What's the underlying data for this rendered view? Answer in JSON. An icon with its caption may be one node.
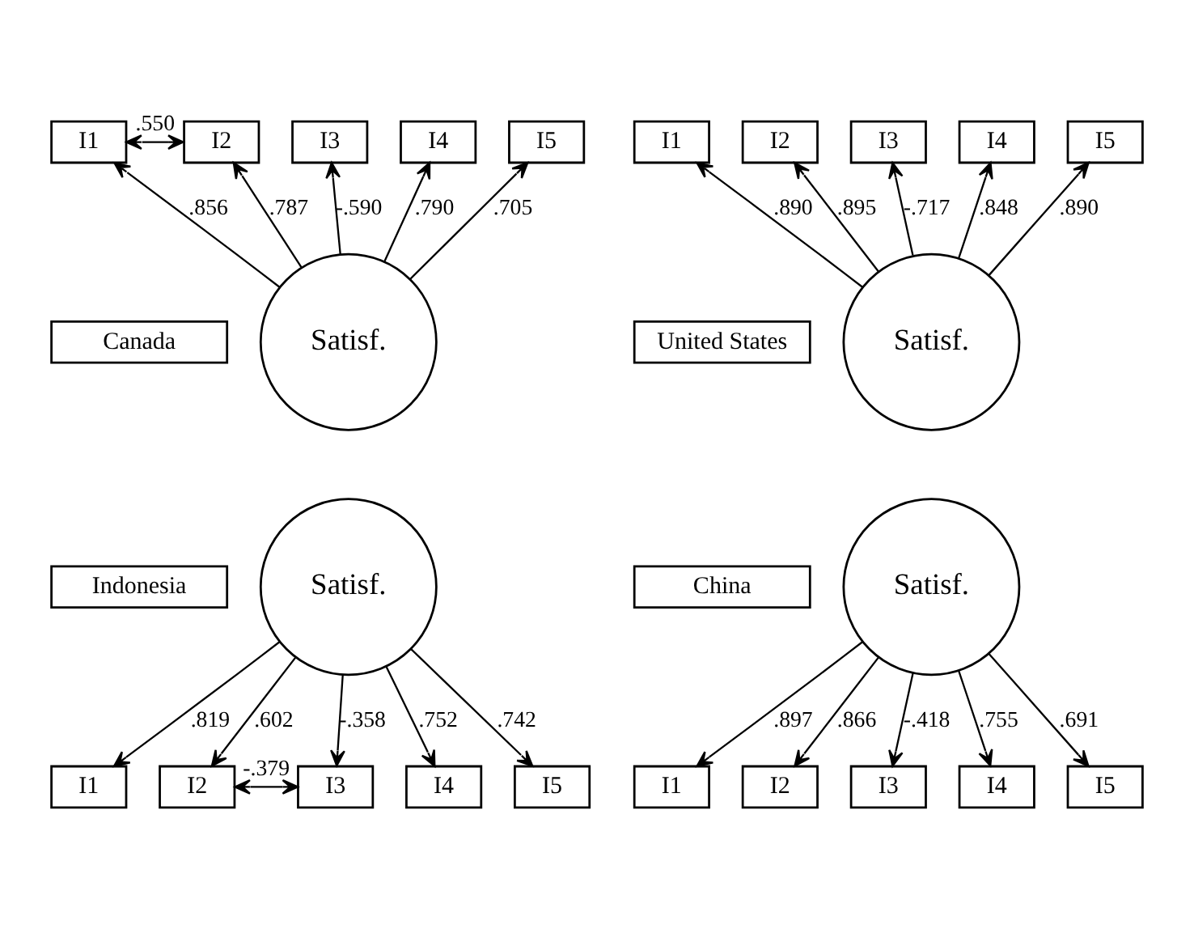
{
  "diagram": {
    "nodes": [
      {
        "text": [
          "I1"
        ]
      },
      {
        "text": [
          "I2"
        ]
      },
      {
        "text": [
          "I3"
        ]
      },
      {
        "text": [
          "I4"
        ]
      },
      {
        "text": [
          "I5"
        ]
      },
      {
        "text": [
          "Satisf."
        ]
      },
      {
        "text": [
          "Canada"
        ]
      },
      {
        "text": [
          "I1"
        ]
      },
      {
        "text": [
          "I2"
        ]
      },
      {
        "text": [
          "I3"
        ]
      },
      {
        "text": [
          "I4"
        ]
      },
      {
        "text": [
          "I5"
        ]
      },
      {
        "text": [
          "Satisf."
        ]
      },
      {
        "text": [
          "United States"
        ]
      },
      {
        "text": [
          "Indonesia"
        ]
      },
      {
        "text": [
          "Satisf."
        ]
      },
      {
        "text": [
          "I1"
        ]
      },
      {
        "text": [
          "I2"
        ]
      },
      {
        "text": [
          "I3"
        ]
      },
      {
        "text": [
          "I4"
        ]
      },
      {
        "text": [
          "I5"
        ]
      },
      {
        "text": [
          "China"
        ]
      },
      {
        "text": [
          "Satisf."
        ]
      },
      {
        "text": [
          "I1"
        ]
      },
      {
        "text": [
          "I2"
        ]
      },
      {
        "text": [
          "I3"
        ]
      },
      {
        "text": [
          "I4"
        ]
      },
      {
        "text": [
          "I5"
        ]
      }
    ],
    "edges": [
      {
        "from": 0,
        "to": 1,
        "arrow": "both",
        "label": ".550"
      },
      {
        "from": 5,
        "to": 0,
        "arrow": "to",
        "label": ".856"
      },
      {
        "from": 5,
        "to": 1,
        "arrow": "to",
        "label": ".787"
      },
      {
        "from": 5,
        "to": 2,
        "arrow": "to",
        "label": "-.590"
      },
      {
        "from": 5,
        "to": 3,
        "arrow": "to",
        "label": ".790"
      },
      {
        "from": 5,
        "to": 4,
        "arrow": "to",
        "label": ".705"
      },
      {
        "from": 12,
        "to": 7,
        "arrow": "to",
        "label": ".890"
      },
      {
        "from": 12,
        "to": 8,
        "arrow": "to",
        "label": ".895"
      },
      {
        "from": 12,
        "to": 9,
        "arrow": "to",
        "label": "-.717"
      },
      {
        "from": 12,
        "to": 10,
        "arrow": "to",
        "label": ".848"
      },
      {
        "from": 12,
        "to": 11,
        "arrow": "to",
        "label": ".890"
      },
      {
        "from": 15,
        "to": 16,
        "arrow": "to",
        "label": ".819"
      },
      {
        "from": 15,
        "to": 17,
        "arrow": "to",
        "label": ".602"
      },
      {
        "from": 15,
        "to": 18,
        "arrow": "to",
        "label": "-.358"
      },
      {
        "from": 15,
        "to": 19,
        "arrow": "to",
        "label": ".752"
      },
      {
        "from": 15,
        "to": 20,
        "arrow": "to",
        "label": ".742"
      },
      {
        "from": 17,
        "to": 18,
        "arrow": "both",
        "label": "-.379"
      },
      {
        "from": 22,
        "to": 23,
        "arrow": "to",
        "label": ".897"
      },
      {
        "from": 22,
        "to": 24,
        "arrow": "to",
        "label": ".866"
      },
      {
        "from": 22,
        "to": 25,
        "arrow": "to",
        "label": "-.418"
      },
      {
        "from": 22,
        "to": 26,
        "arrow": "to",
        "label": ".755"
      },
      {
        "from": 22,
        "to": 27,
        "arrow": "to",
        "label": ".691"
      }
    ]
  }
}
